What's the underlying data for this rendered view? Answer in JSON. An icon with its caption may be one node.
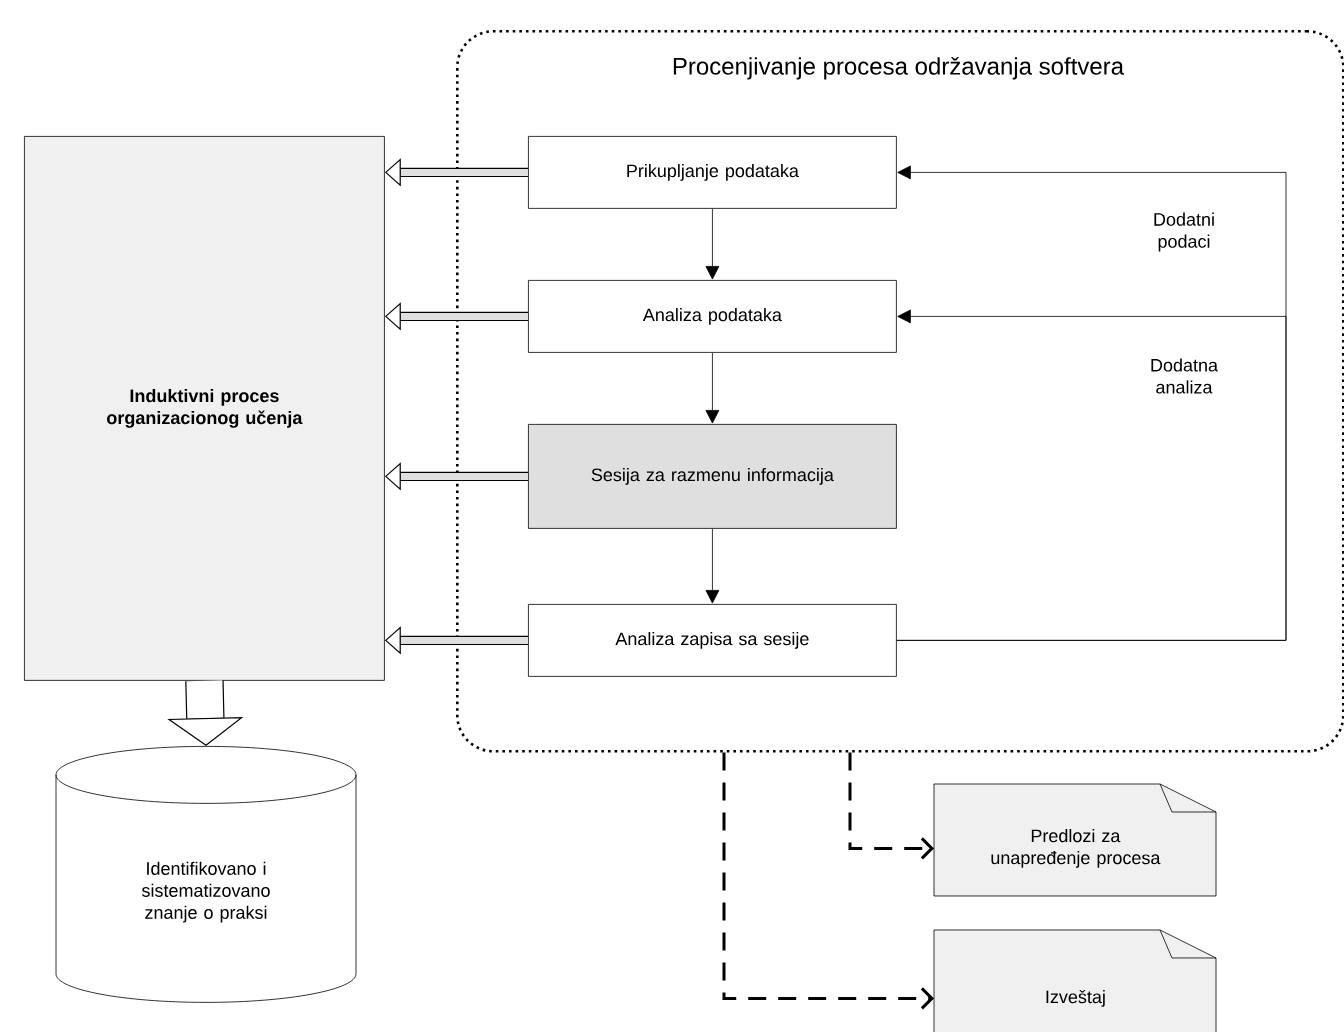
{
  "diagram": {
    "nodes": [
      {
        "text": [
          "Procenjivanje procesa održavanja softvera"
        ]
      },
      {
        "text": [
          "Prikupljanje podataka"
        ],
        "in": 0
      },
      {
        "text": [
          "Analiza podataka"
        ],
        "in": 0
      },
      {
        "text": [
          "Sesija za razmenu informacija"
        ],
        "in": 0
      },
      {
        "text": [
          "Analiza zapisa sa sesije"
        ],
        "in": 0
      },
      {
        "text": [
          "**Induktivni proces organizacionog učenja**"
        ]
      },
      {
        "text": [
          "Identifikovano i sistematizovano znanje o praksi"
        ]
      },
      {
        "text": [
          "Predlozi za unapređenje procesa"
        ]
      },
      {
        "text": [
          "Izveštaj"
        ]
      }
    ],
    "edges": [
      {
        "from": 1,
        "to": 2,
        "arrow": "to"
      },
      {
        "from": 2,
        "to": 3,
        "arrow": "to"
      },
      {
        "from": 3,
        "to": 4,
        "arrow": "to"
      },
      {
        "from": 4,
        "to": 1,
        "arrow": "to",
        "label": "Dodatni podaci"
      },
      {
        "from": 4,
        "to": 2,
        "arrow": "to",
        "label": "Dodatna analiza"
      },
      {
        "from": 1,
        "to": 5,
        "arrow": "to",
        "style": "thick"
      },
      {
        "from": 2,
        "to": 5,
        "arrow": "to",
        "style": "thick"
      },
      {
        "from": 3,
        "to": 5,
        "arrow": "to",
        "style": "thick"
      },
      {
        "from": 4,
        "to": 5,
        "arrow": "to",
        "style": "thick"
      },
      {
        "from": 5,
        "to": 6,
        "arrow": "to",
        "style": "thick"
      },
      {
        "from": 0,
        "to": 7,
        "arrow": "to",
        "style": "dashed"
      },
      {
        "from": 0,
        "to": 8,
        "arrow": "to",
        "style": "dashed"
      }
    ]
  }
}
